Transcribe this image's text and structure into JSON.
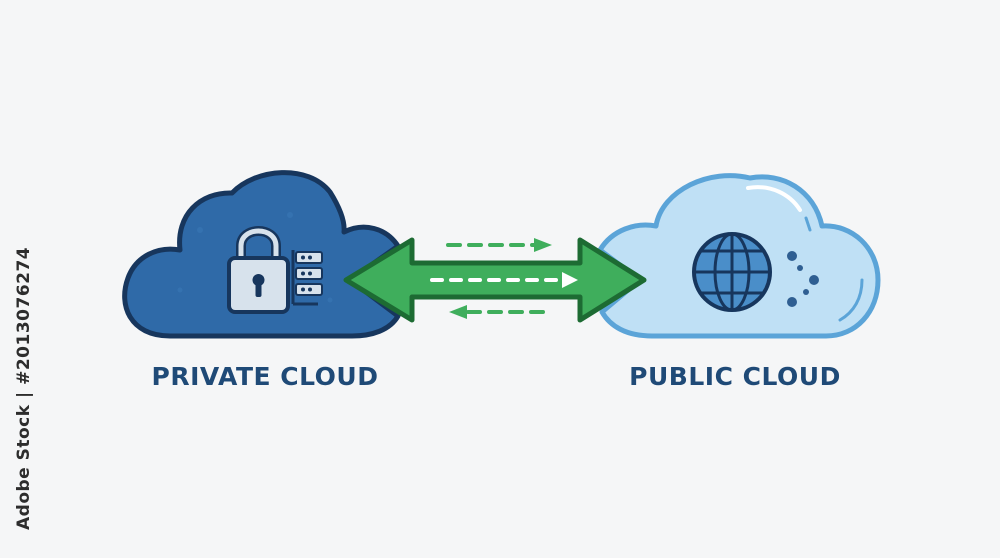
{
  "labels": {
    "private": "PRIVATE CLOUD",
    "public": "PUBLIC CLOUD"
  },
  "watermark_text": "Adobe Stock | #2013076274",
  "icons": {
    "private_cloud": "lock-icon",
    "server": "server-rack-icon",
    "public_cloud": "globe-icon",
    "connection": "bidirectional-arrow-icon"
  },
  "colors": {
    "private_cloud_fill": "#2f6aa8",
    "private_cloud_outline": "#17365d",
    "public_cloud_fill": "#bfe0f5",
    "public_cloud_outline": "#5ba4d8",
    "arrow_fill": "#3fae5c",
    "arrow_outline": "#1d6b33",
    "label_text": "#1f4a77",
    "background": "#f5f6f7"
  }
}
